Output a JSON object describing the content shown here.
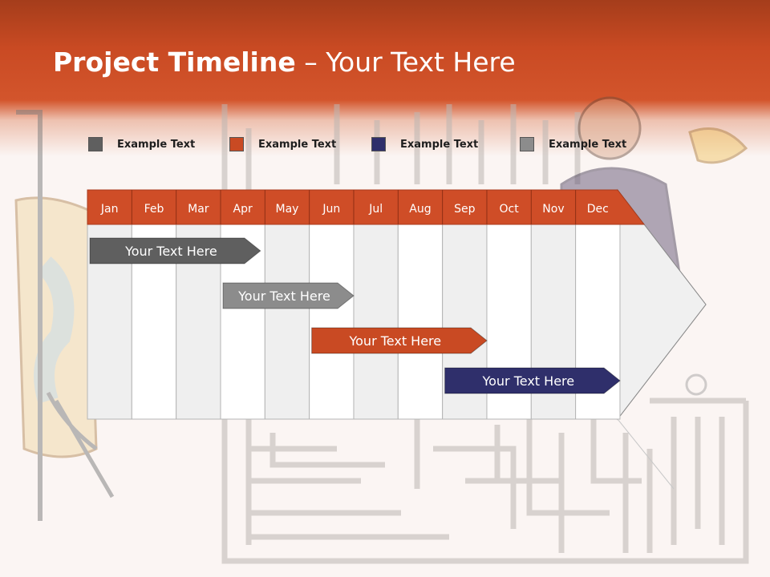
{
  "slide": {
    "title_bold": "Project Timeline",
    "title_rest": " – Your Text Here"
  },
  "legend": [
    {
      "label": "Example Text",
      "color": "#5f5f5f"
    },
    {
      "label": "Example Text",
      "color": "#c94a23"
    },
    {
      "label": "Example Text",
      "color": "#2f2f6b"
    },
    {
      "label": "Example Text",
      "color": "#8c8c8c"
    }
  ],
  "timeline": {
    "header_color": "#cf4d27",
    "months": [
      "Jan",
      "Feb",
      "Mar",
      "Apr",
      "May",
      "Jun",
      "Jul",
      "Aug",
      "Sep",
      "Oct",
      "Nov",
      "Dec"
    ],
    "tasks": [
      {
        "label": "Your  Text Here",
        "start": 0,
        "end": 3.9,
        "color": "#5f5f5f"
      },
      {
        "label": "Your  Text Here",
        "start": 3,
        "end": 6,
        "color": "#8c8c8c"
      },
      {
        "label": "Your  Text Here",
        "start": 5,
        "end": 9,
        "color": "#c94a23"
      },
      {
        "label": "Your  Text Here",
        "start": 8,
        "end": 12,
        "color": "#2f2f6b"
      }
    ]
  }
}
